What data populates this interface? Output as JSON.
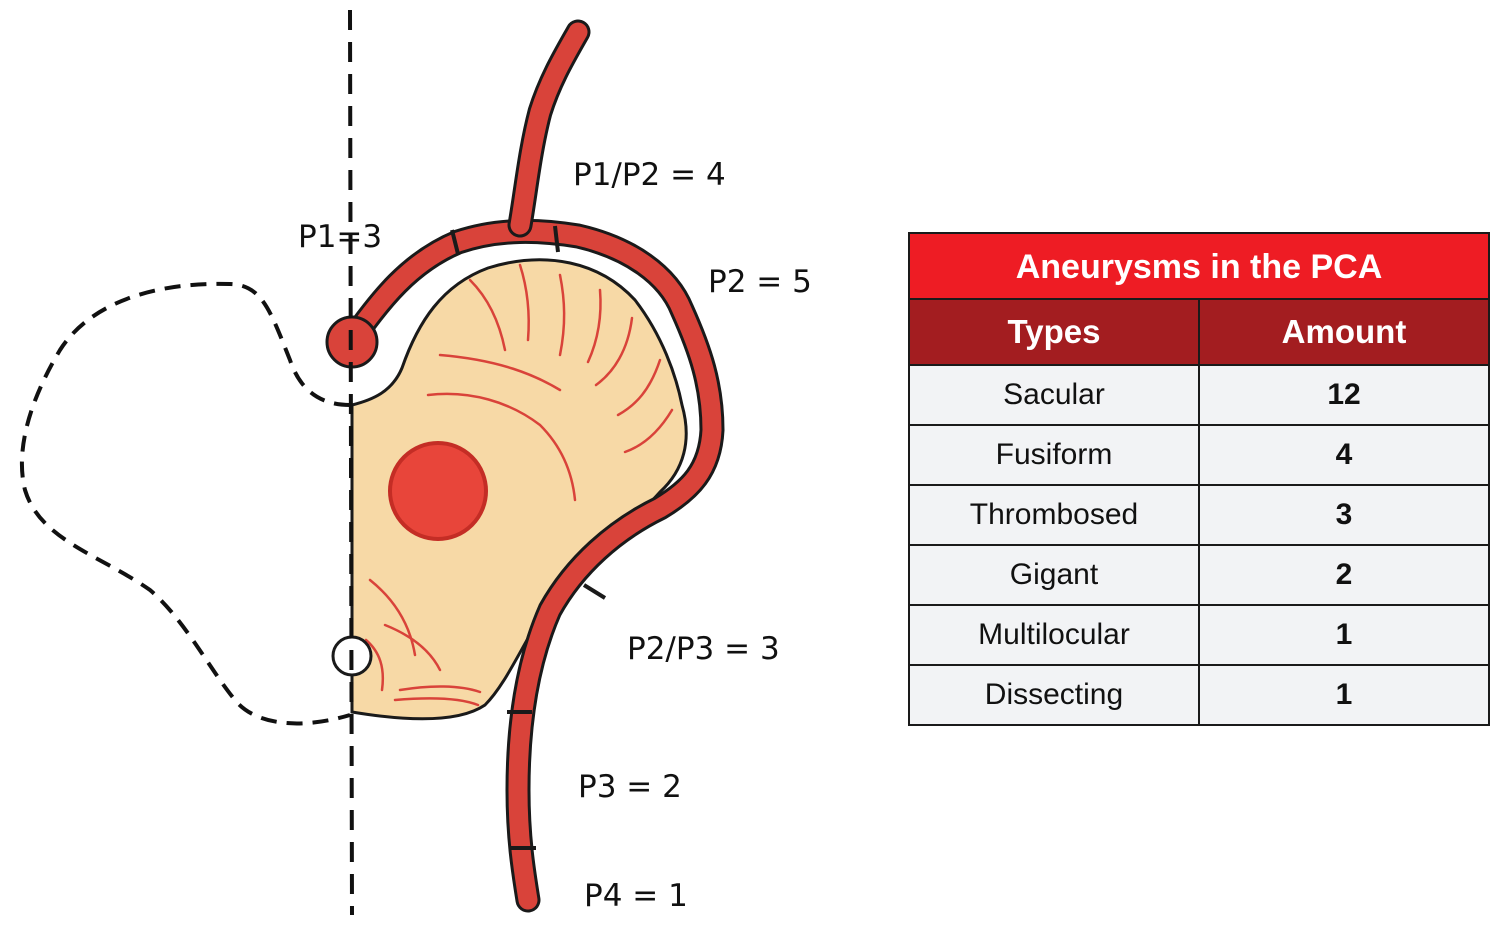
{
  "diagram": {
    "labels": {
      "p1": "P1=3",
      "p1_p2": "P1/P2 = 4",
      "p2": "P2 = 5",
      "p2_p3": "P2/P3 = 3",
      "p3": "P3 = 2",
      "p4": "P4 = 1"
    },
    "colors": {
      "artery": "#d9433a",
      "artery_outline": "#1a1a1a",
      "brain_fill": "#f7d9a6",
      "brain_vessels": "#d9433a",
      "aneurysm": "#e8453a"
    }
  },
  "table": {
    "title": "Aneurysms in the PCA",
    "headers": [
      "Types",
      "Amount"
    ],
    "rows": [
      {
        "type": "Sacular",
        "amount": "12"
      },
      {
        "type": "Fusiform",
        "amount": "4"
      },
      {
        "type": "Thrombosed",
        "amount": "3"
      },
      {
        "type": "Gigant",
        "amount": "2"
      },
      {
        "type": "Multilocular",
        "amount": "1"
      },
      {
        "type": "Dissecting",
        "amount": "1"
      }
    ],
    "colors": {
      "title_bg": "#ee1c24",
      "header_bg": "#a31d20",
      "row_bg": "#f2f3f5"
    }
  }
}
